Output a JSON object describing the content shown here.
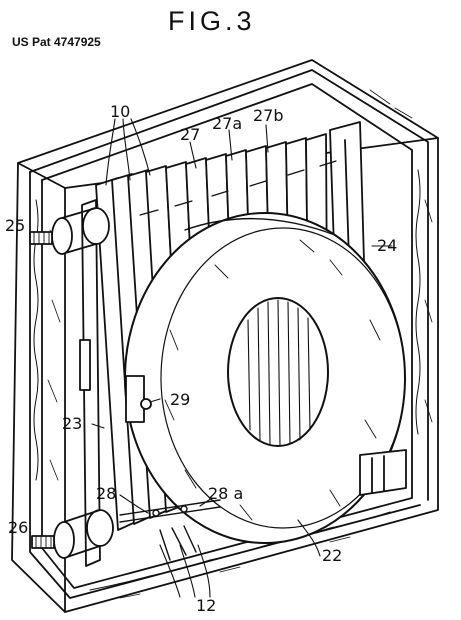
{
  "header": {
    "figure_title": "FIG.3",
    "patent_number": "US Pat 4747925"
  },
  "callouts": {
    "c10": "10",
    "c27": "27",
    "c27a": "27a",
    "c27b": "27b",
    "c25": "25",
    "c24": "24",
    "c23": "23",
    "c29": "29",
    "c28": "28",
    "c28a": "28 a",
    "c26": "26",
    "c22": "22",
    "c12": "12"
  }
}
